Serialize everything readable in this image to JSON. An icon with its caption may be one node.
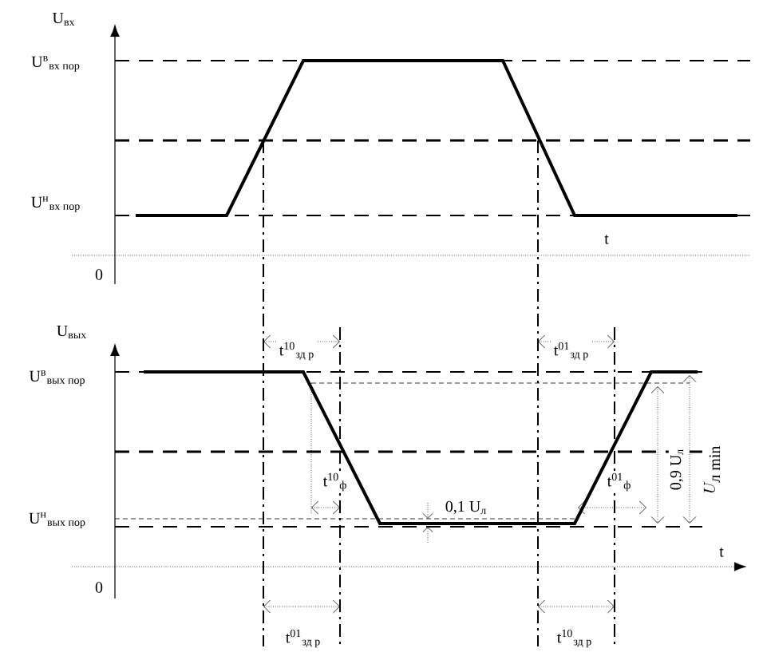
{
  "diagram": {
    "labels": [
      "U$_{вх}$",
      "U$^{в}$$_{вх пор}$",
      "U$^{н}$$_{вх пор}$",
      "t",
      "0",
      "t$^{10}$$_{зд р}$",
      "t$^{01}$$_{зд р}$",
      "U$_{вых}$",
      "U$^{в}$$_{вых пор}$",
      "t$^{10}$$_{ф}$",
      "0,1 U$_{л}$",
      "t$^{01}$$_{ф}$",
      "0,9 U$_{л}$",
      "U_{\\mbox{л min}}",
      "U$^{н}$$_{вых пор}$",
      "t",
      "0",
      "t$^{01}$$_{зд р}$",
      "t$^{10}$$_{зд р}$"
    ]
  }
}
